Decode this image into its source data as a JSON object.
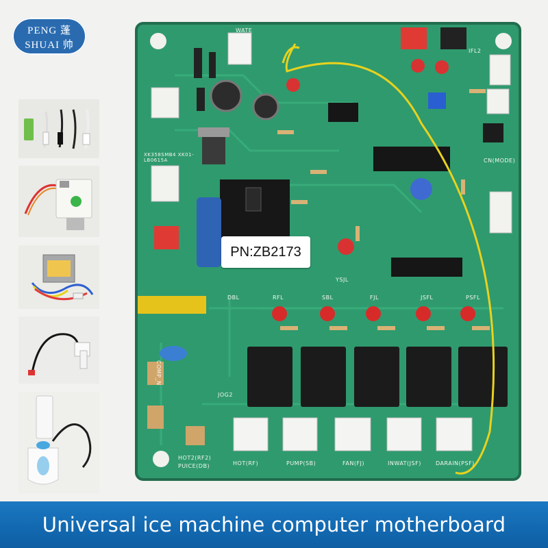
{
  "brand": {
    "line1": "PENG 蓬",
    "line2": "SHUAI 帅",
    "color": "#2a6bb0"
  },
  "label": {
    "part_number": "PN:ZB2173"
  },
  "board_text": {
    "connectors": [
      "HOT(RF)",
      "PUMP(SB)",
      "FAN(FJ)",
      "INWAT(JSF)",
      "DARAIN(PSF)"
    ],
    "leds": [
      "DBL",
      "RFL",
      "SBL",
      "FJL",
      "JSFL",
      "PSFL"
    ],
    "side": [
      "COMP_N",
      "HOT2(RF2)",
      "PUICE(DB)",
      "JOG2",
      "YSJL",
      "WATE",
      "IFL2",
      "CN(MODE)"
    ],
    "model": "XK358SMB4 XK01-LB0615A"
  },
  "banner": {
    "text": "Universal ice machine computer motherboard",
    "color": "#1a78c2"
  },
  "colors": {
    "pcb": "#2f9a6e",
    "relay": "#1b1b1b",
    "wire": "#e8d21e"
  }
}
